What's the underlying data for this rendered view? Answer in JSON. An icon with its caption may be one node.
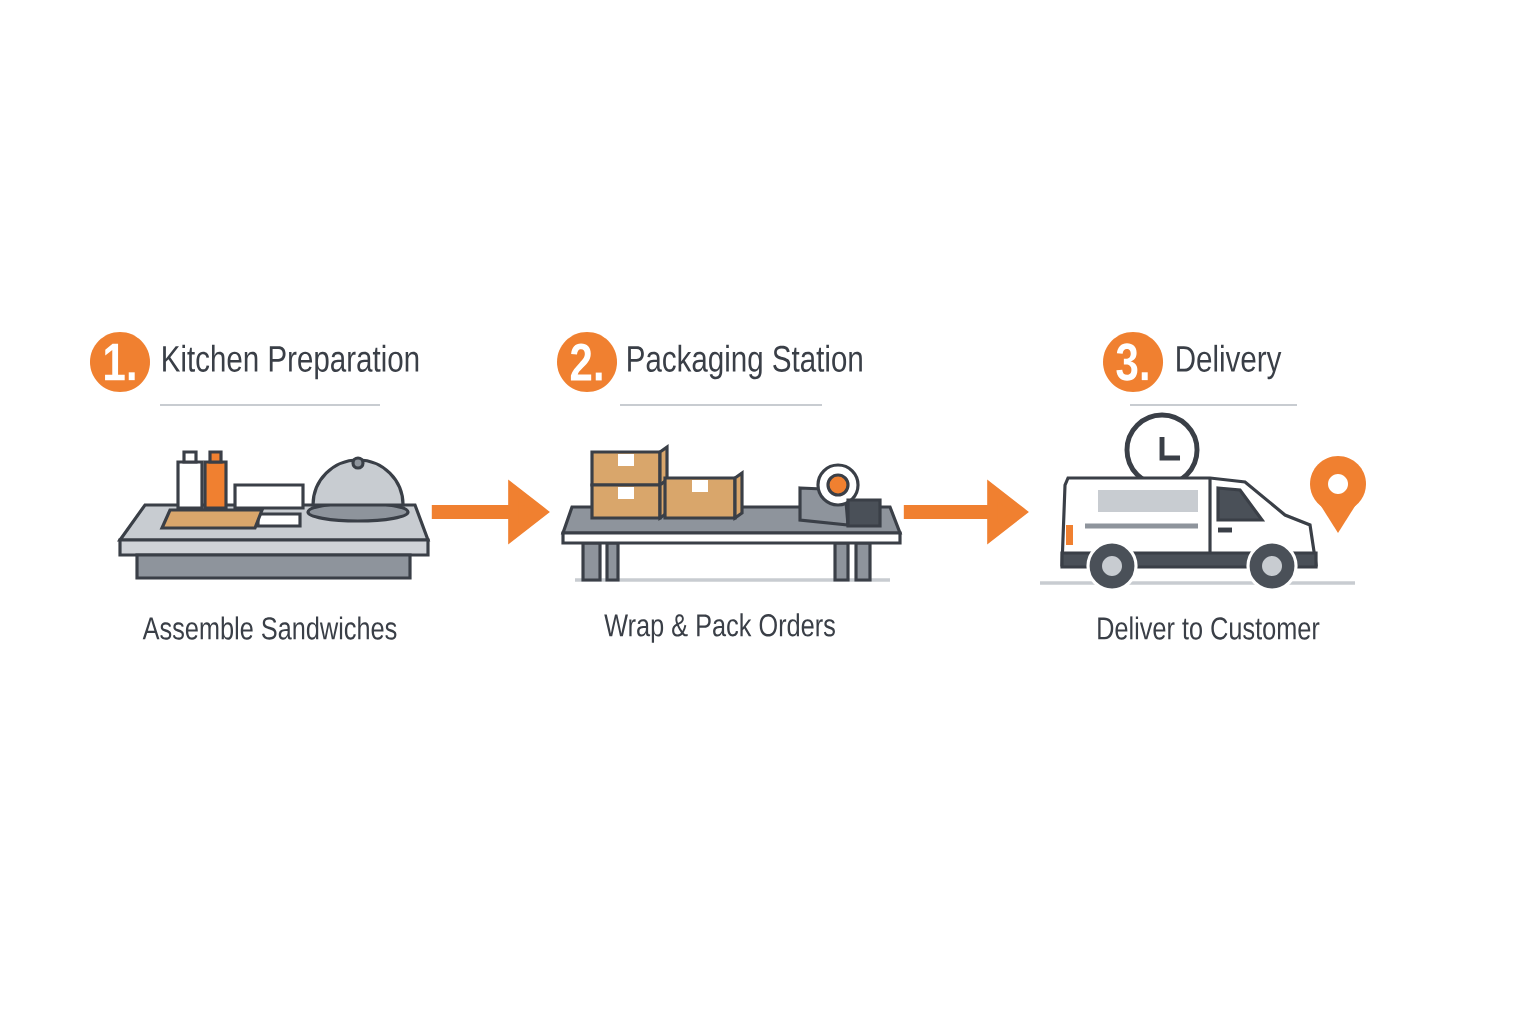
{
  "diagram": {
    "nodes": [
      {
        "text": [
          "1.",
          "Kitchen Preparation",
          "Assemble Sandwiches"
        ]
      },
      {
        "text": [
          "2.",
          "Packaging Station",
          "Wrap & Pack Orders"
        ]
      },
      {
        "text": [
          "3.",
          "Delivery",
          "Deliver to Customer"
        ]
      }
    ],
    "edges": [
      {
        "from": 0,
        "to": 1,
        "arrow": "to"
      },
      {
        "from": 1,
        "to": 2,
        "arrow": "to"
      }
    ]
  }
}
